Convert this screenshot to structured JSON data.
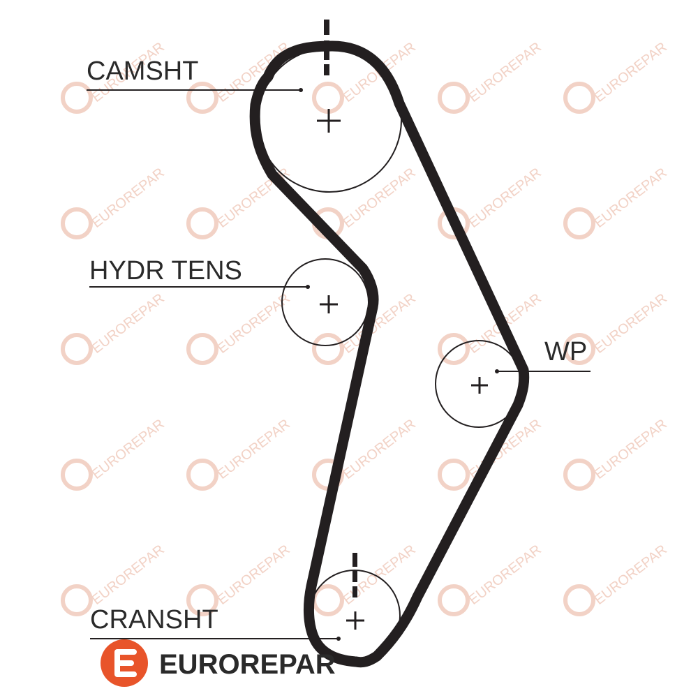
{
  "labels": {
    "camshaft": "CAMSHT",
    "tensioner": "HYDR TENS",
    "water_pump": "WP",
    "crankshaft": "CRANSHT"
  },
  "logo": {
    "brand": "EUROREPAR",
    "color": "#e8542a"
  },
  "watermark": {
    "text": "EUROREPAR",
    "color": "#f2d2c6"
  },
  "belt_color": "#231f20",
  "icons": {
    "pulley_center": "plus-sign",
    "timing_mark": "dashed-tick"
  }
}
